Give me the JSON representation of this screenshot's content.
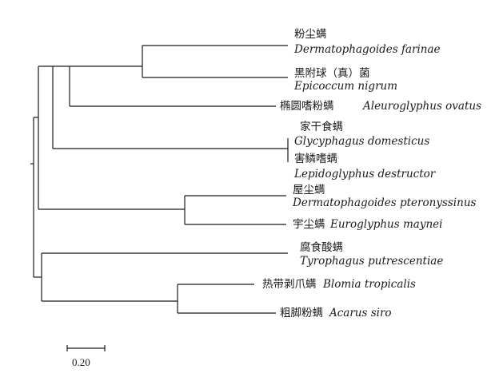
{
  "taxa": [
    {
      "id": "farinae",
      "cn": "粉尘螨",
      "latin": "Dermatophagoides  farinae"
    },
    {
      "id": "epicoccum",
      "cn": "黑附球（真）菌",
      "latin": "Epicoccum  nigrum"
    },
    {
      "id": "aleuro",
      "cn": "椭圆嗜粉螨",
      "latin": "Aleuroglyphus  ovatus"
    },
    {
      "id": "glyco",
      "cn": "家干食螨",
      "latin": "Glycyphagus  domesticus"
    },
    {
      "id": "lepido",
      "cn": "害鳞嗜螨",
      "latin": "Lepidoglyphus  destructor"
    },
    {
      "id": "pteron",
      "cn": "屋尘螨",
      "latin": "Dermatophagoides  pteronyssinus"
    },
    {
      "id": "eurog",
      "cn": "宇尘螨",
      "latin": "Euroglyphus  maynei"
    },
    {
      "id": "tyro",
      "cn": "腐食酸螨",
      "latin": "Tyrophagus  putrescentiae"
    },
    {
      "id": "blomia",
      "cn": "热带剥爪螨",
      "latin": "Blomia  tropicalis"
    },
    {
      "id": "acarus",
      "cn": "粗脚粉螨",
      "latin": "Acarus  siro"
    }
  ],
  "scale_bar": {
    "label": "0.20",
    "value": 0.2
  }
}
